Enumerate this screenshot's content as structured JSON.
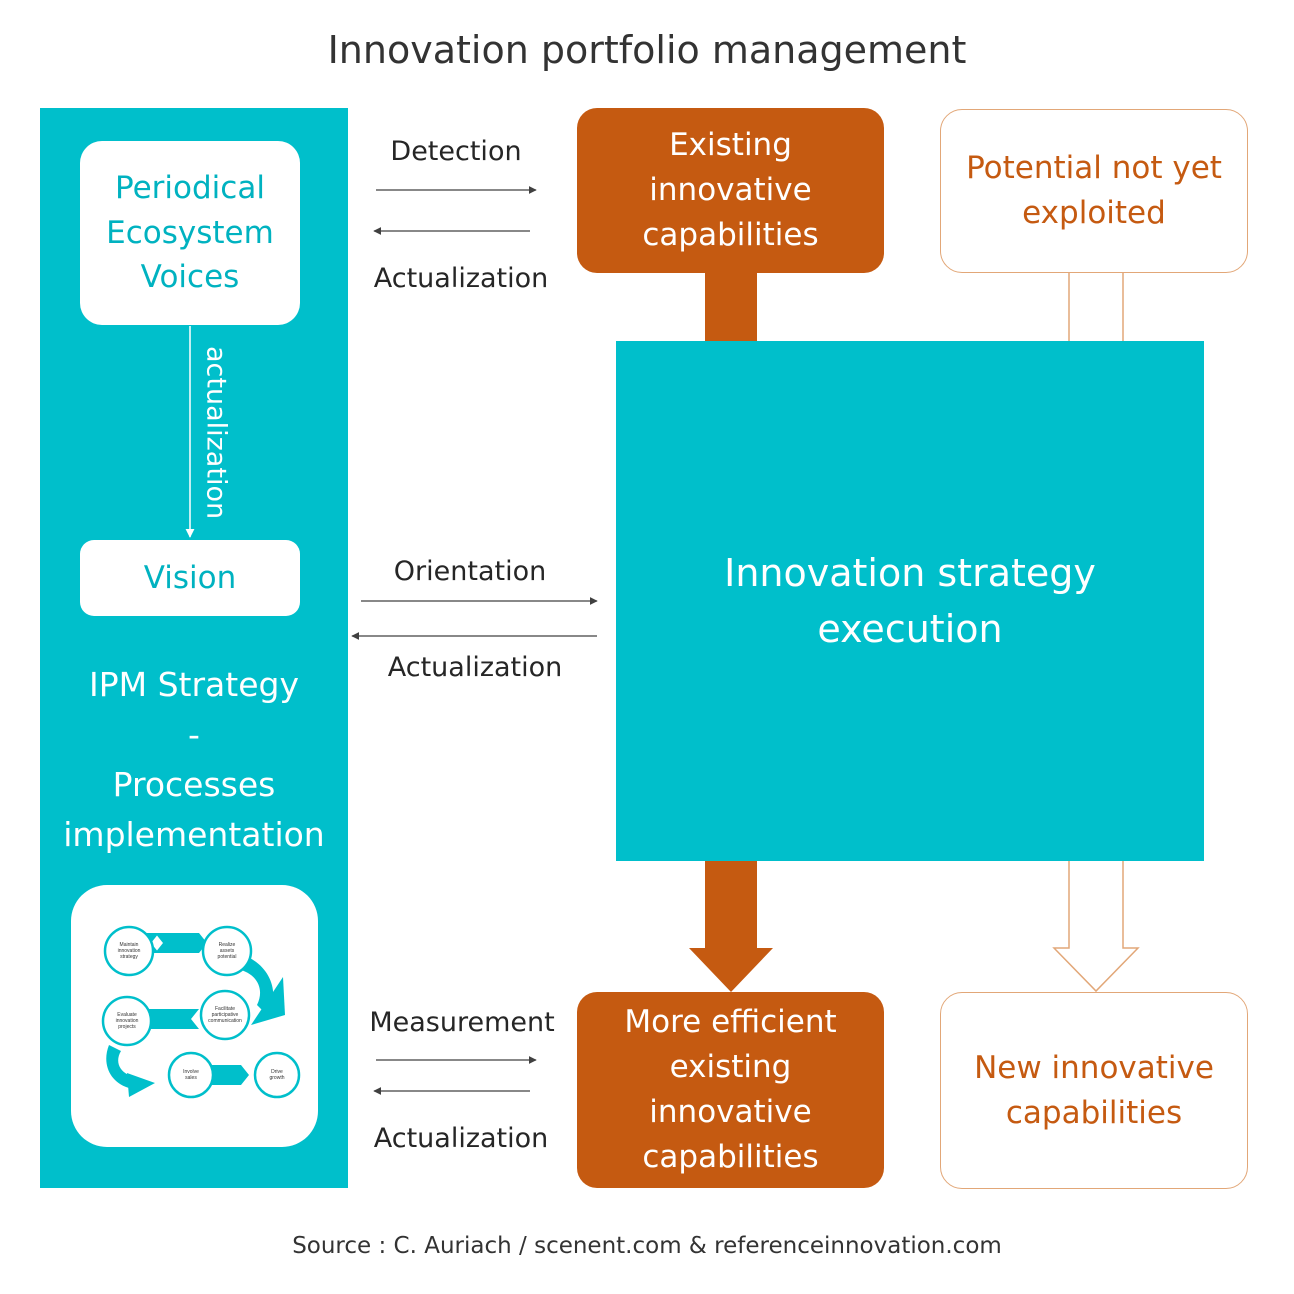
{
  "title": "Innovation portfolio management",
  "left_panel": {
    "voices": [
      "Periodical",
      "Ecosystem",
      "Voices"
    ],
    "vertical_arrow_label": "actualization",
    "vision": "Vision",
    "strategy_lines": [
      "IPM Strategy",
      "-",
      "Processes",
      "implementation"
    ],
    "process_steps": [
      [
        "Maintain",
        "innovation",
        "strategy"
      ],
      [
        "Realize",
        "assets",
        "potential"
      ],
      [
        "Evaluate",
        "innovation",
        "projects"
      ],
      [
        "Facilitate",
        "participative",
        "communication"
      ],
      [
        "Involve",
        "sales"
      ],
      [
        "Drive",
        "growth"
      ]
    ]
  },
  "arrows": {
    "top": {
      "forward": "Detection",
      "back": "Actualization"
    },
    "middle": {
      "forward": "Orientation",
      "back": "Actualization"
    },
    "bottom": {
      "forward": "Measurement",
      "back": "Actualization"
    }
  },
  "boxes": {
    "existing": [
      "Existing",
      "innovative",
      "capabilities"
    ],
    "potential": [
      "Potential not yet",
      "exploited"
    ],
    "execution": [
      "Innovation strategy",
      "execution"
    ],
    "efficient": [
      "More efficient",
      "existing",
      "innovative",
      "capabilities"
    ],
    "new": [
      "New innovative",
      "capabilities"
    ]
  },
  "source": "Source : C. Auriach / scenent.com & referenceinnovation.com",
  "colors": {
    "teal": "#00BFCB",
    "teal_text": "#00B2C0",
    "orange": "#C55A11",
    "orange_outline": "#E2A778",
    "arrow_gray": "#404040"
  }
}
